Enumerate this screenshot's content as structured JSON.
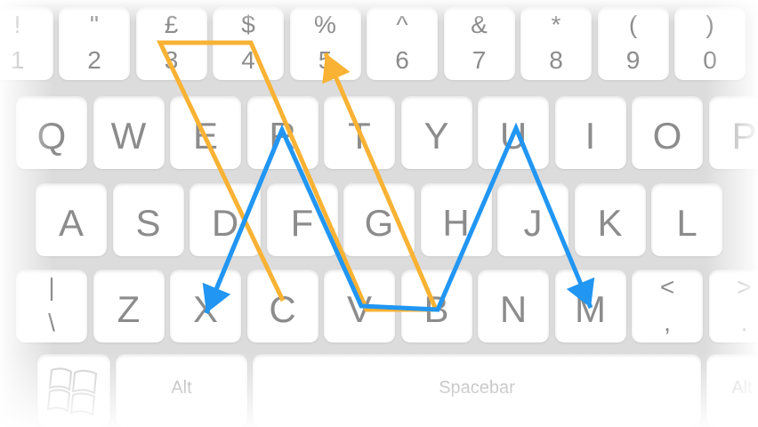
{
  "keyboard": {
    "rows": [
      {
        "keys": [
          {
            "name": "key-1",
            "sym": "!",
            "num": "1"
          },
          {
            "name": "key-2",
            "sym": "\"",
            "num": "2"
          },
          {
            "name": "key-3",
            "sym": "£",
            "num": "3"
          },
          {
            "name": "key-4",
            "sym": "$",
            "num": "4"
          },
          {
            "name": "key-5",
            "sym": "%",
            "num": "5"
          },
          {
            "name": "key-6",
            "sym": "^",
            "num": "6"
          },
          {
            "name": "key-7",
            "sym": "&",
            "num": "7"
          },
          {
            "name": "key-8",
            "sym": "*",
            "num": "8"
          },
          {
            "name": "key-9",
            "sym": "(",
            "num": "9"
          },
          {
            "name": "key-0",
            "sym": ")",
            "num": "0"
          }
        ]
      },
      {
        "keys": [
          {
            "name": "key-q",
            "main": "Q"
          },
          {
            "name": "key-w",
            "main": "W"
          },
          {
            "name": "key-e",
            "main": "E"
          },
          {
            "name": "key-r",
            "main": "R"
          },
          {
            "name": "key-t",
            "main": "T"
          },
          {
            "name": "key-y",
            "main": "Y"
          },
          {
            "name": "key-u",
            "main": "U"
          },
          {
            "name": "key-i",
            "main": "I"
          },
          {
            "name": "key-o",
            "main": "O"
          },
          {
            "name": "key-p",
            "main": "P"
          }
        ]
      },
      {
        "keys": [
          {
            "name": "key-a",
            "main": "A"
          },
          {
            "name": "key-s",
            "main": "S"
          },
          {
            "name": "key-d",
            "main": "D"
          },
          {
            "name": "key-f",
            "main": "F"
          },
          {
            "name": "key-g",
            "main": "G"
          },
          {
            "name": "key-h",
            "main": "H"
          },
          {
            "name": "key-j",
            "main": "J"
          },
          {
            "name": "key-k",
            "main": "K"
          },
          {
            "name": "key-l",
            "main": "L"
          }
        ]
      },
      {
        "keys": [
          {
            "name": "key-backslash",
            "sym": "|",
            "num": "\\"
          },
          {
            "name": "key-z",
            "main": "Z"
          },
          {
            "name": "key-x",
            "main": "X"
          },
          {
            "name": "key-c",
            "main": "C"
          },
          {
            "name": "key-v",
            "main": "V"
          },
          {
            "name": "key-b",
            "main": "B"
          },
          {
            "name": "key-n",
            "main": "N"
          },
          {
            "name": "key-m",
            "main": "M"
          },
          {
            "name": "key-comma",
            "sym": "<",
            "num": ","
          },
          {
            "name": "key-period",
            "sym": ">",
            "num": "."
          }
        ]
      }
    ],
    "bottom": {
      "alt_left": "Alt",
      "spacebar": "Spacebar",
      "alt_right": "Alt",
      "windows_icon": "windows-logo-icon"
    }
  },
  "overlays": {
    "orange_path": {
      "color": "#f9b233",
      "keys": [
        "C",
        "£",
        "$",
        "V",
        "B",
        "%"
      ]
    },
    "blue_path": {
      "color": "#2196f3",
      "keys": [
        "X",
        "R",
        "B",
        "U",
        "M"
      ]
    }
  }
}
